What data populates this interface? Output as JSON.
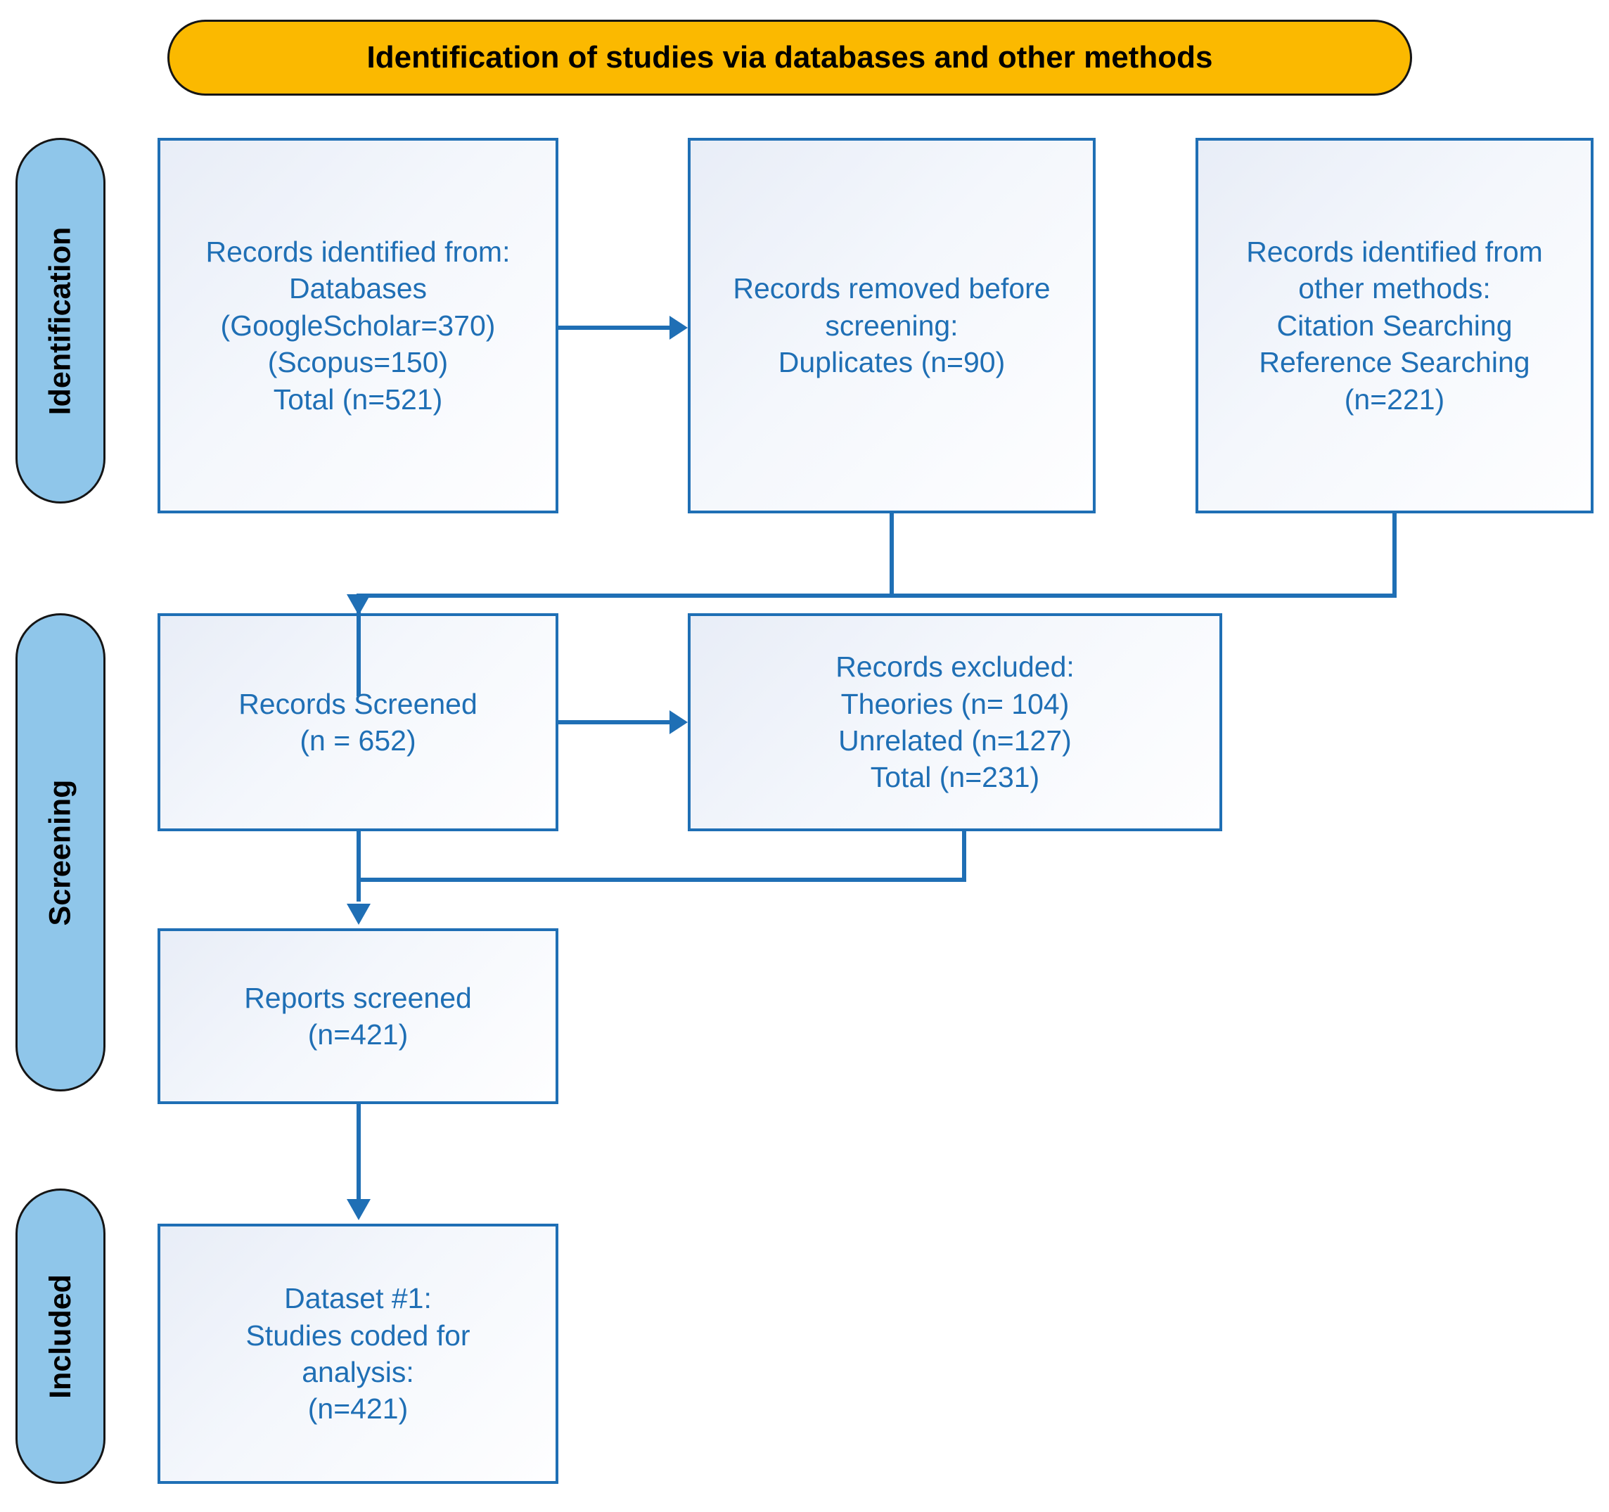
{
  "header": {
    "title": "Identification of studies via databases and other methods",
    "background_color": "#FBB900",
    "text_color": "#000000"
  },
  "theme": {
    "box_border_color": "#1F6FB5",
    "box_text_color": "#1F6FB5",
    "pill_color": "#8FC6EA",
    "connector_color": "#1F6FB5",
    "page_background": "#FFFFFF"
  },
  "phases": [
    {
      "id": "identification",
      "label": "Identification"
    },
    {
      "id": "screening",
      "label": "Screening"
    },
    {
      "id": "included",
      "label": "Included"
    }
  ],
  "boxes": {
    "identified_databases": {
      "text": "Records identified from:\nDatabases\n(GoogleScholar=370)\n(Scopus=150)\nTotal (n=521)"
    },
    "removed_before_screening": {
      "text": "Records removed before\nscreening:\nDuplicates (n=90)"
    },
    "identified_other_methods": {
      "text": "Records identified from\nother methods:\nCitation Searching\nReference Searching\n(n=221)"
    },
    "records_screened": {
      "text": "Records Screened\n(n = 652)"
    },
    "records_excluded": {
      "text": "Records excluded:\nTheories (n= 104)\nUnrelated (n=127)\nTotal (n=231)"
    },
    "reports_screened": {
      "text": "Reports screened\n(n=421)"
    },
    "dataset_one": {
      "text": "Dataset #1:\nStudies coded for\nanalysis:\n(n=421)"
    }
  },
  "chart_data": {
    "type": "diagram",
    "title": "Identification of studies via databases and other methods",
    "diagram_kind": "PRISMA flow diagram",
    "phases": [
      "Identification",
      "Screening",
      "Included"
    ],
    "nodes": [
      {
        "id": "identified_databases",
        "phase": "Identification",
        "label": "Records identified from: Databases",
        "values": {
          "GoogleScholar": 370,
          "Scopus": 150,
          "Total": 521
        }
      },
      {
        "id": "removed_before_screening",
        "phase": "Identification",
        "label": "Records removed before screening",
        "values": {
          "Duplicates": 90
        }
      },
      {
        "id": "identified_other_methods",
        "phase": "Identification",
        "label": "Records identified from other methods: Citation Searching, Reference Searching",
        "values": {
          "n": 221
        }
      },
      {
        "id": "records_screened",
        "phase": "Screening",
        "label": "Records Screened",
        "values": {
          "n": 652
        }
      },
      {
        "id": "records_excluded",
        "phase": "Screening",
        "label": "Records excluded",
        "values": {
          "Theories": 104,
          "Unrelated": 127,
          "Total": 231
        }
      },
      {
        "id": "reports_screened",
        "phase": "Screening",
        "label": "Reports screened",
        "values": {
          "n": 421
        }
      },
      {
        "id": "dataset_one",
        "phase": "Included",
        "label": "Dataset #1: Studies coded for analysis",
        "values": {
          "n": 421
        }
      }
    ],
    "edges": [
      {
        "from": "identified_databases",
        "to": "removed_before_screening",
        "direction": "right"
      },
      {
        "from": "removed_before_screening",
        "to": "records_screened",
        "direction": "down"
      },
      {
        "from": "identified_other_methods",
        "to": "records_screened",
        "direction": "down"
      },
      {
        "from": "records_screened",
        "to": "records_excluded",
        "direction": "right"
      },
      {
        "from": "records_excluded",
        "to": "reports_screened",
        "direction": "down"
      },
      {
        "from": "records_screened",
        "to": "reports_screened",
        "direction": "down"
      },
      {
        "from": "reports_screened",
        "to": "dataset_one",
        "direction": "down"
      }
    ]
  }
}
